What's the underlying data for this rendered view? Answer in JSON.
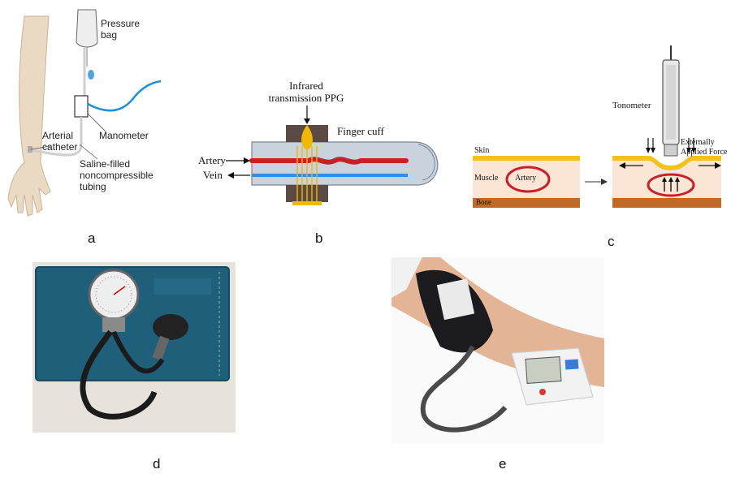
{
  "panels": {
    "a": {
      "label": "a",
      "pressure_bag": "Pressure bag",
      "arterial_catheter": "Arterial catheter",
      "manometer": "Manometer",
      "tubing": "Saline-filled noncompressible tubing"
    },
    "b": {
      "label": "b",
      "ppg": "Infrared transmission PPG",
      "finger_cuff": "Finger cuff",
      "artery": "Artery",
      "vein": "Vein"
    },
    "c": {
      "label": "c",
      "tonometer": "Tonometer",
      "external_force": "Externally Applied Force",
      "skin": "Skin",
      "muscle": "Muscle",
      "artery": "Artery",
      "bone": "Bone"
    },
    "d": {
      "label": "d"
    },
    "e": {
      "label": "e"
    }
  },
  "colors": {
    "artery_red": "#c8202a",
    "vein_blue": "#3a8be0",
    "ppg_yellow": "#f2b705",
    "skin_yellow": "#f3c21c",
    "tissue": "#fbe6d6",
    "bone": "#c06a2a",
    "cuff_blue": "#1f5f7a",
    "cuff_black": "#1b1b1f",
    "monitor_white": "#f2f2f2",
    "tube_blue": "#1e90d6"
  }
}
